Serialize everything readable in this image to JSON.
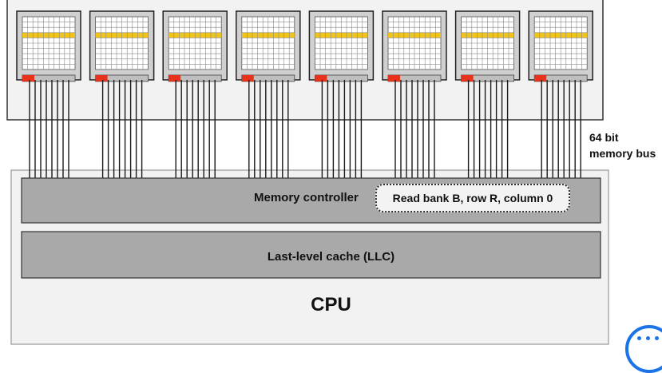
{
  "diagram": {
    "chip_count": 8,
    "grid_cells": 10,
    "bus_wires_per_chip": 8,
    "bus_label_line1": "64 bit",
    "bus_label_line2": "memory bus",
    "memory_controller_label": "Memory controller",
    "command_label": "Read bank B, row R, column 0",
    "llc_label": "Last-level cache (LLC)",
    "cpu_label": "CPU",
    "colors": {
      "highlight_row": "#f0c419",
      "row_buffer_active": "#e8331c",
      "panel": "#f2f2f2",
      "block": "#a9a9a9"
    }
  }
}
